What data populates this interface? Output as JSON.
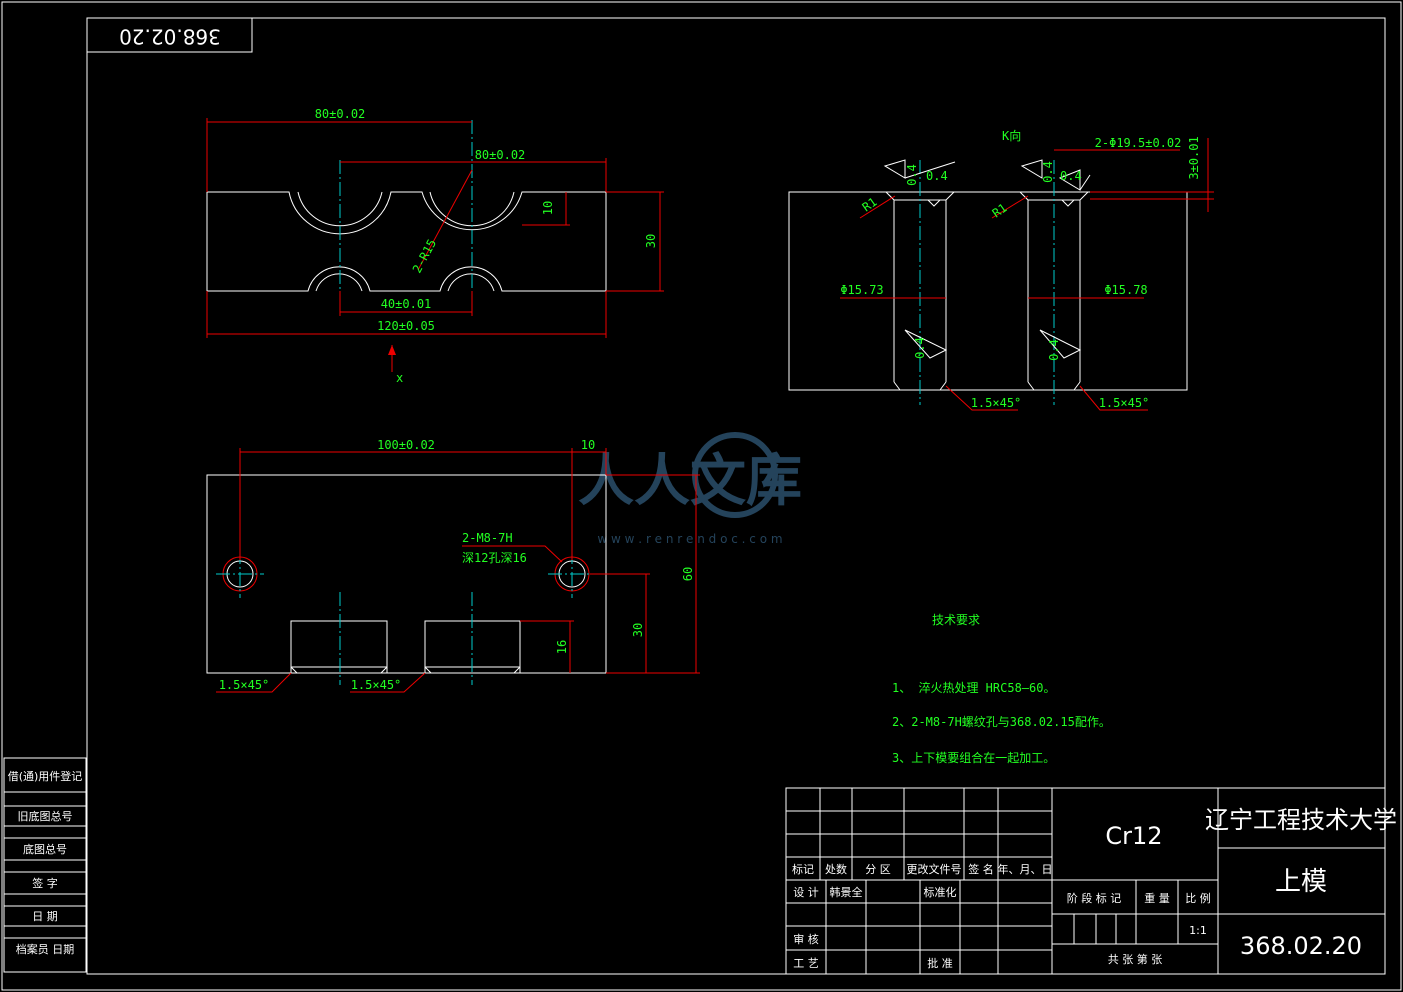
{
  "drawing_number_rotated": "368.02.20",
  "top_view": {
    "dim_top1": "80±0.02",
    "dim_top2": "80±0.02",
    "dim_10": "10",
    "dim_30": "30",
    "dim_2r15": "2-R15",
    "dim_40": "40±0.01",
    "dim_120": "120±0.05",
    "x_label": "x"
  },
  "k_view": {
    "title": "K向",
    "dim_2phi": "2-Φ19.5±0.02",
    "dim_3": "3±0.01",
    "rough1": "0.4",
    "rough2": "0.4",
    "rough3": "0.4",
    "rough4": "0.4",
    "rough5": "0.4",
    "rough6": "0.4",
    "r1a": "R1",
    "r1b": "R1",
    "phi_left": "Φ15.73",
    "phi_right": "Φ15.78",
    "chamfer1": "1.5×45°",
    "chamfer2": "1.5×45°"
  },
  "front_view": {
    "dim_100": "100±0.02",
    "dim_10": "10",
    "thread1": "2-M8-7H",
    "thread2": "深12孔深16",
    "dim_60": "60",
    "dim_30": "30",
    "dim_16": "16",
    "chamfer1": "1.5×45°",
    "chamfer2": "1.5×45°"
  },
  "tech_req": {
    "title": "技术要求",
    "items": [
      "1、 淬火热处理 HRC58—60。",
      "2、2-M8-7H螺纹孔与368.02.15配作。",
      "3、上下模要组合在一起加工。"
    ]
  },
  "side_table": {
    "rows": [
      "借(通)用件登记",
      "旧底图总号",
      "底图总号",
      "签 字",
      "日 期",
      "档案员 日期"
    ]
  },
  "title_block": {
    "material": "Cr12",
    "school": "辽宁工程技术大学",
    "part_name": "上模",
    "drawing_no": "368.02.20",
    "h_mark": "标记",
    "h_count": "处数",
    "h_zone": "分 区",
    "h_doc": "更改文件号",
    "h_sign": "签 名",
    "h_date": "年、月、日",
    "design": "设 计",
    "designer": "韩景全",
    "standard": "标准化",
    "review": "审 核",
    "process": "工 艺",
    "approve": "批 准",
    "stage": "阶 段 标 记",
    "weight": "重 量",
    "ratio": "比 例",
    "scale": "1:1",
    "sheets": "共   张  第   张"
  },
  "watermark": {
    "text": "人人文库",
    "url": "w w w . r e n r e n d o c . c o m"
  }
}
